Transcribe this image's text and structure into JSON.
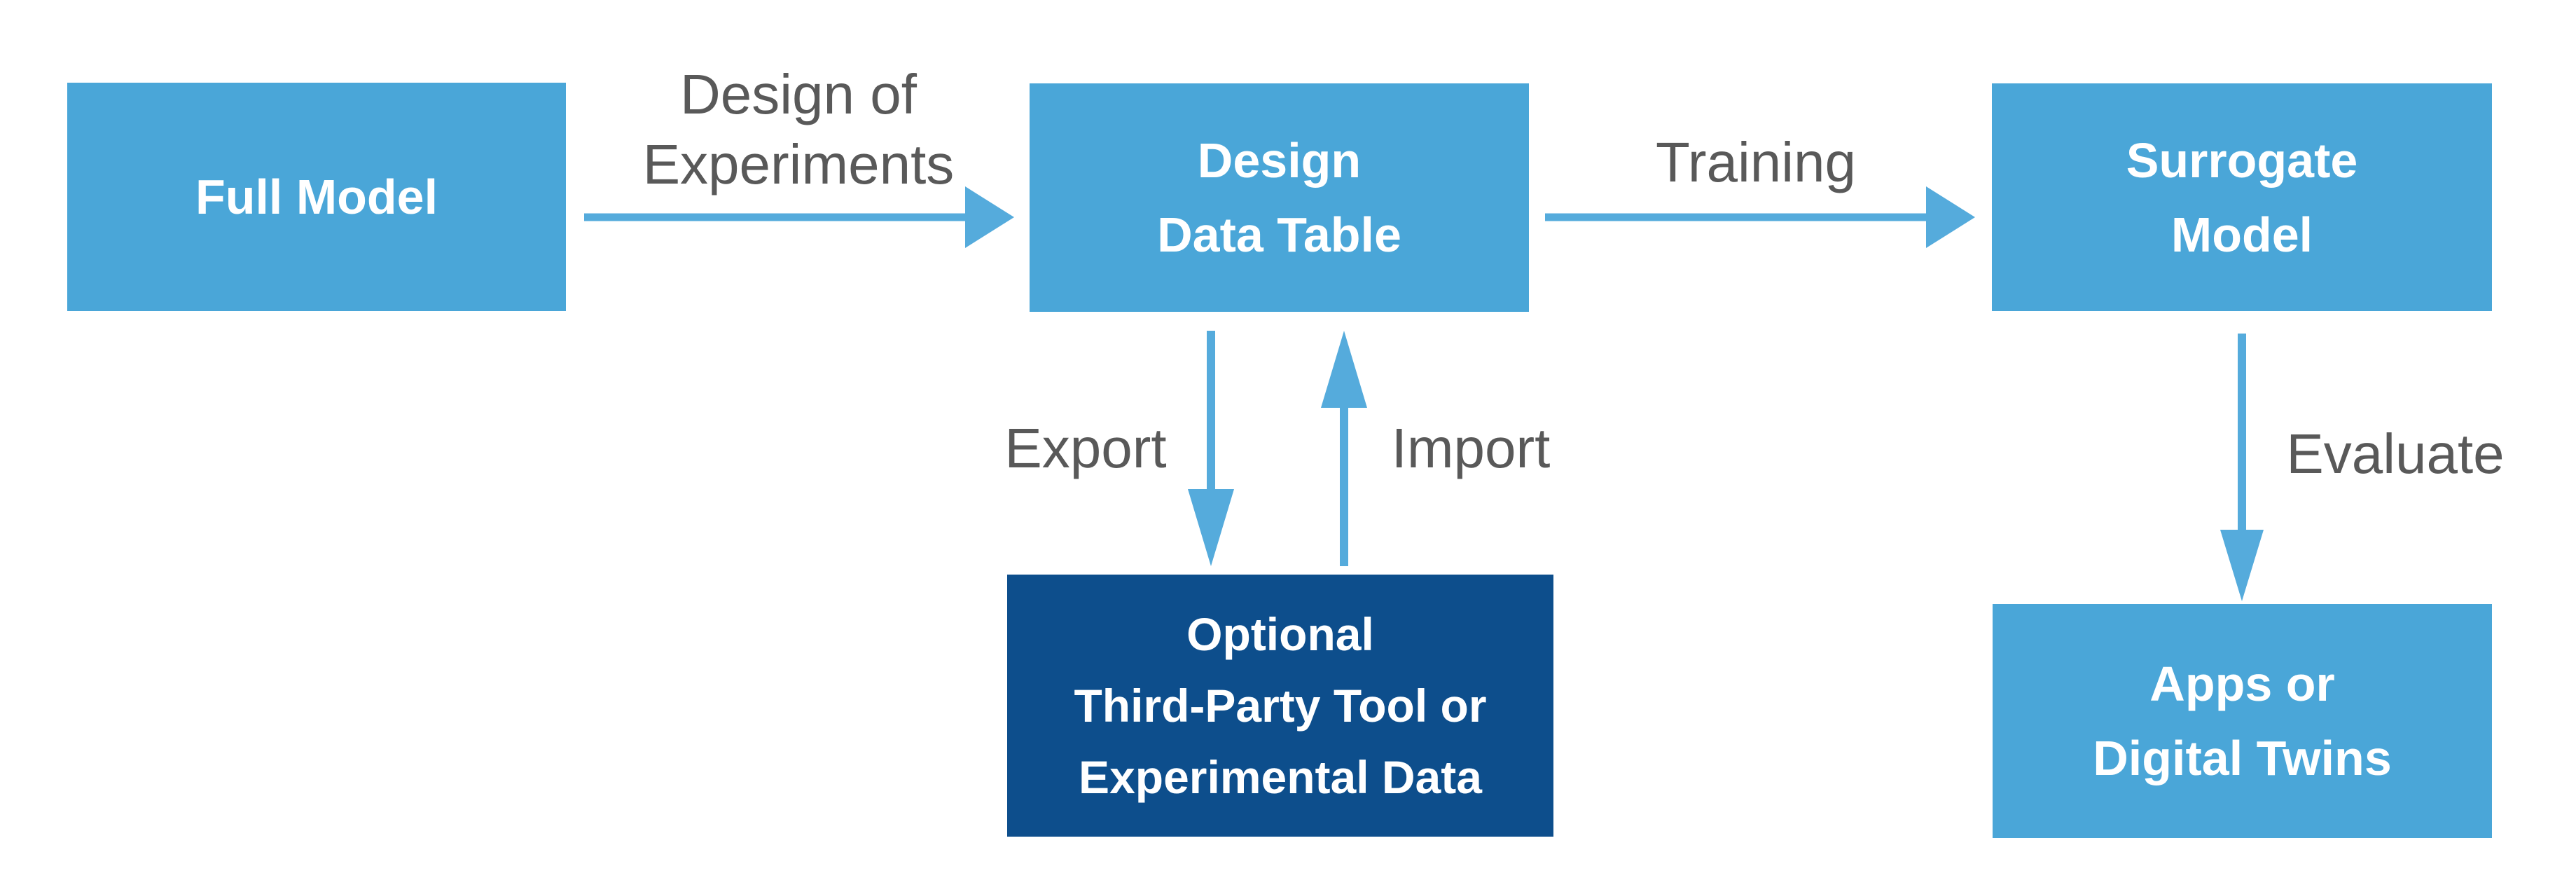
{
  "nodes": {
    "full_model": {
      "label": "Full Model"
    },
    "design_data_table": {
      "lines": [
        "Design",
        "Data Table"
      ]
    },
    "surrogate_model": {
      "lines": [
        "Surrogate",
        "Model"
      ]
    },
    "optional_third_party": {
      "lines": [
        "Optional",
        "Third-Party Tool or",
        "Experimental Data"
      ]
    },
    "apps_digital_twins": {
      "lines": [
        "Apps or",
        "Digital Twins"
      ]
    }
  },
  "edge_labels": {
    "design_of_experiments": {
      "lines": [
        "Design of",
        "Experiments"
      ]
    },
    "training": {
      "label": "Training"
    },
    "export": {
      "label": "Export"
    },
    "import": {
      "label": "Import"
    },
    "evaluate": {
      "label": "Evaluate"
    }
  },
  "colors": {
    "node_fill_light": "#4AA6D8",
    "node_fill_dark": "#0D4E8C",
    "node_text": "#FFFFFF",
    "arrow": "#55ABDC",
    "edge_label_text": "#595959",
    "background": "#FFFFFF"
  }
}
